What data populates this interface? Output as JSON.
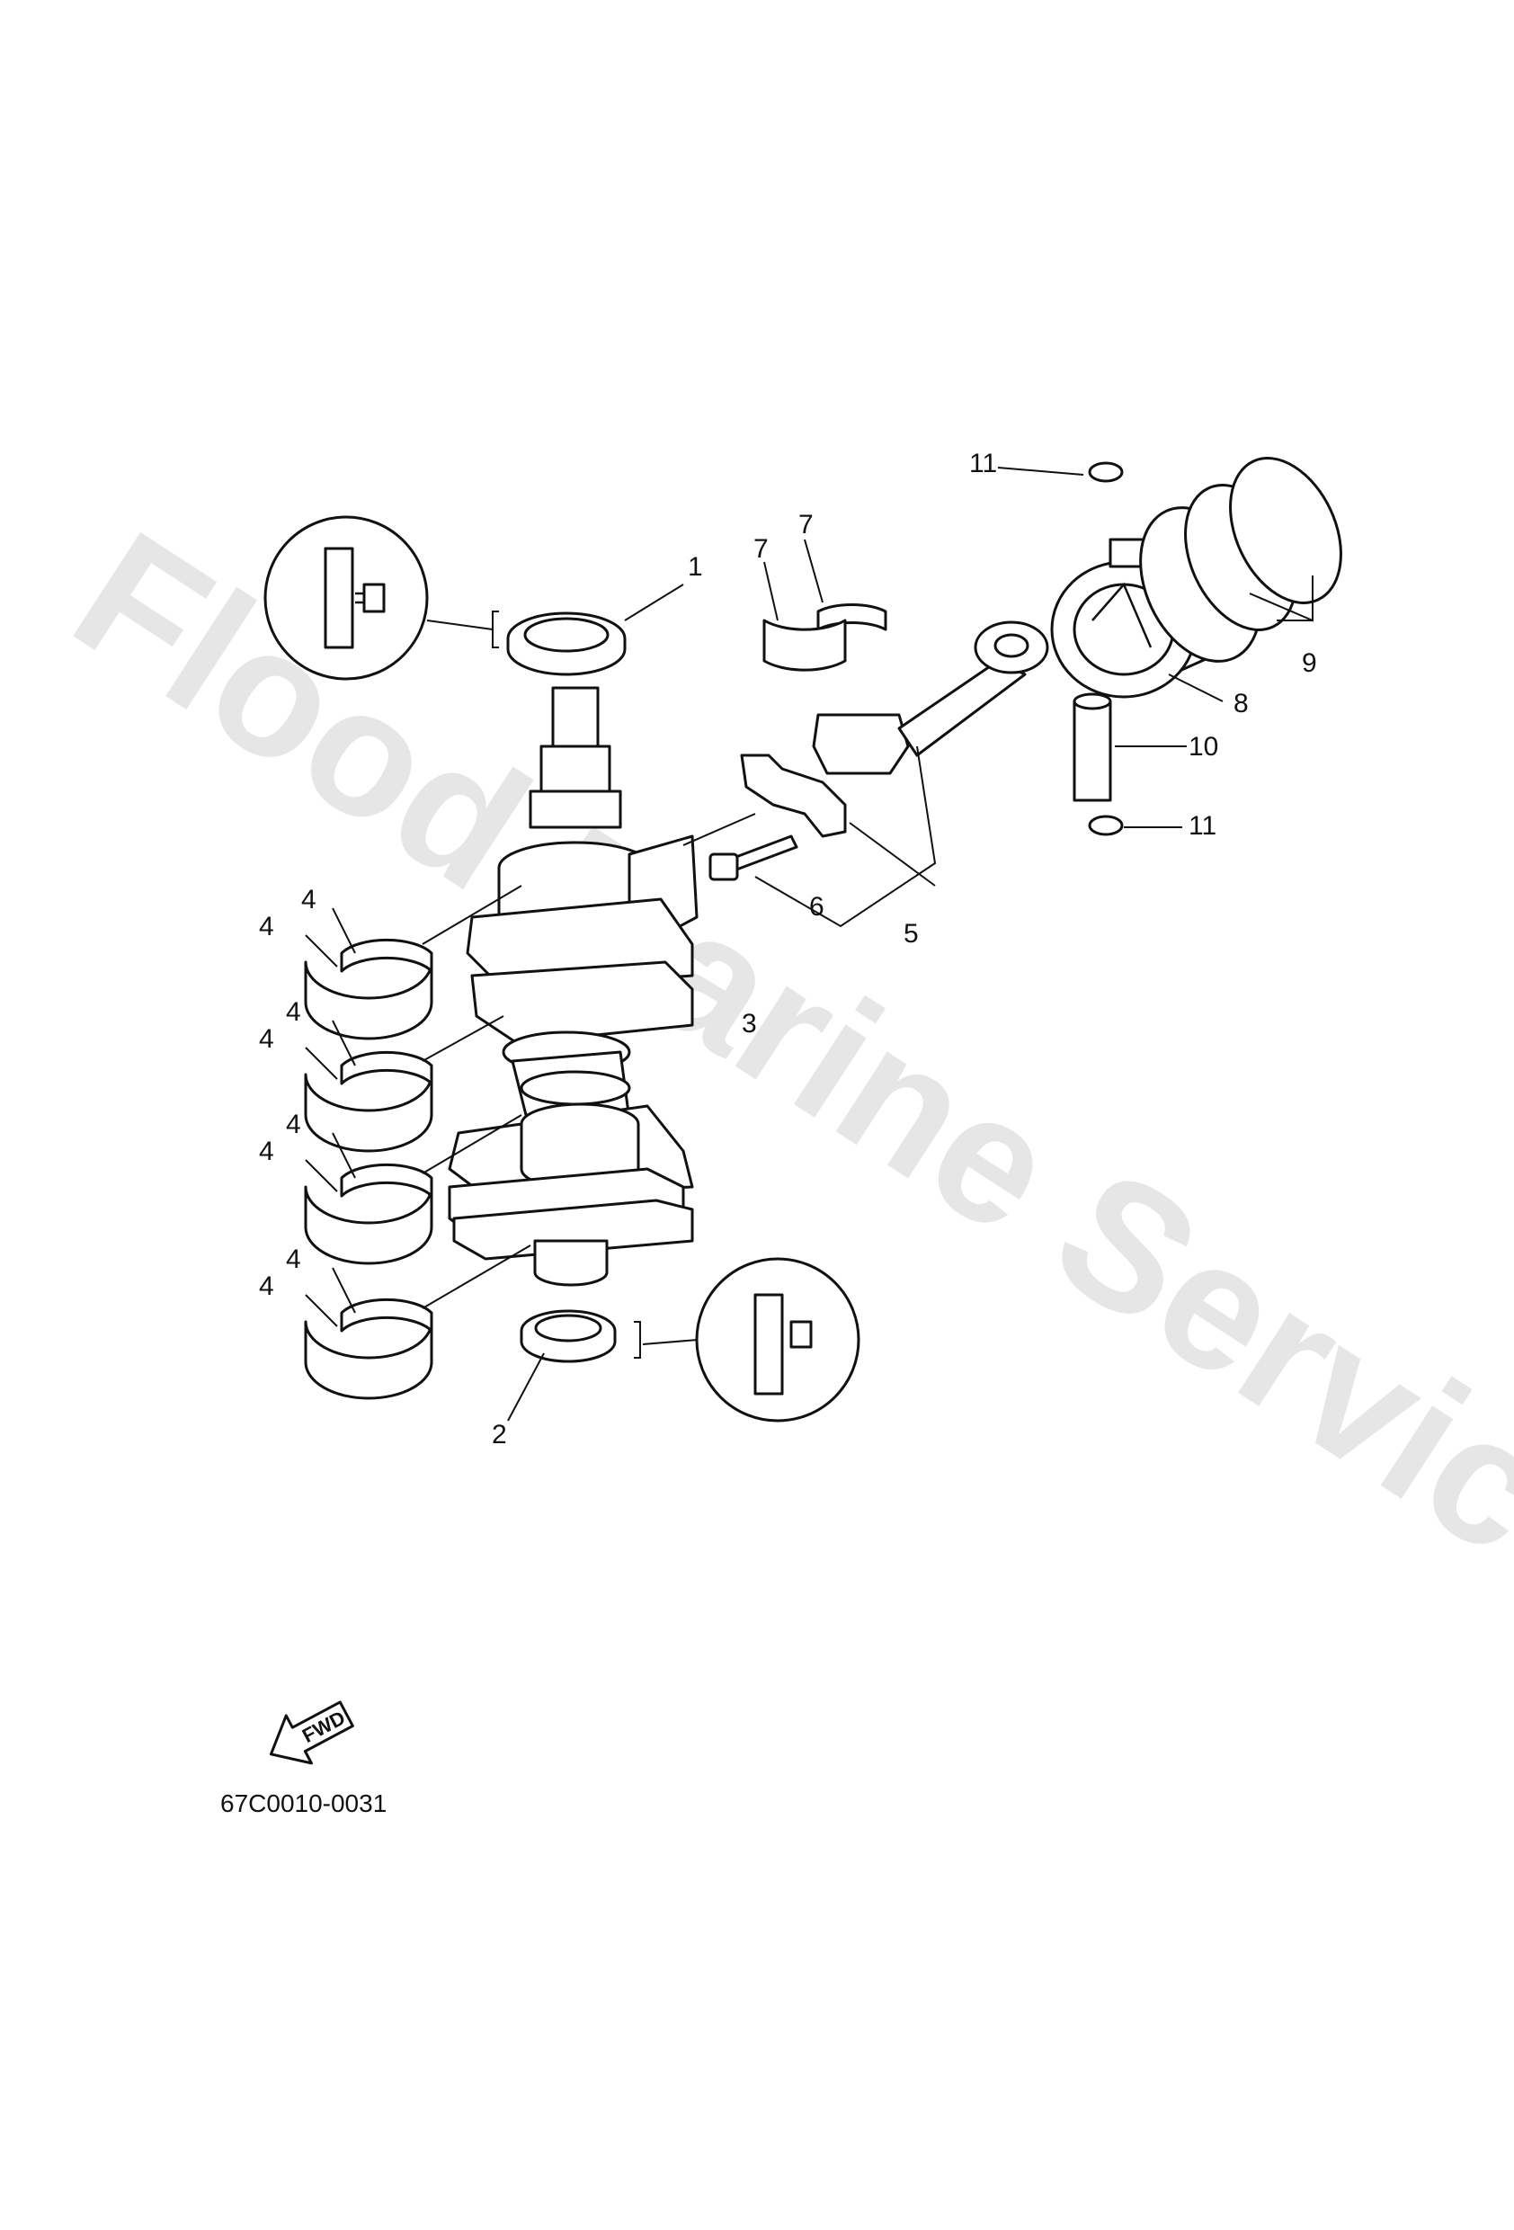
{
  "watermark": "Flood Marine Services",
  "diagram_code": "67C0010-0031",
  "fwd_label": "FWD",
  "callouts": {
    "c1": "1",
    "c2": "2",
    "c3": "3",
    "c4a": "4",
    "c4b": "4",
    "c4c": "4",
    "c4d": "4",
    "c4e": "4",
    "c4f": "4",
    "c4g": "4",
    "c4h": "4",
    "c5": "5",
    "c6": "6",
    "c7a": "7",
    "c7b": "7",
    "c8": "8",
    "c9": "9",
    "c10": "10",
    "c11a": "11",
    "c11b": "11"
  }
}
